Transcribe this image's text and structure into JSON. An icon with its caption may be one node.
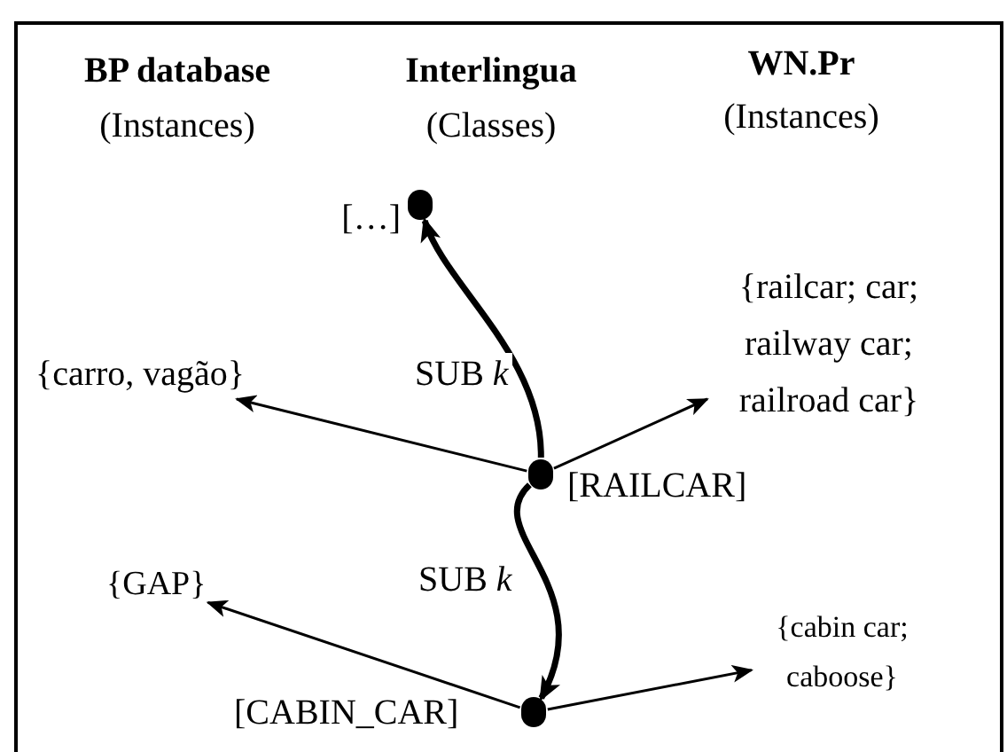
{
  "diagram": {
    "nodes": [
      {
        "text": [],
        "shape": "circle",
        "beside": [
          "[…]"
        ]
      },
      {
        "text": [
          "{carro, vagão}"
        ]
      },
      {
        "text": [
          "{railcar; car; railway car; railroad car}"
        ]
      },
      {
        "text": [],
        "shape": "circle",
        "beside": [
          "[RAILCAR]"
        ]
      },
      {
        "text": [
          "{GAP}"
        ]
      },
      {
        "text": [
          "{cabin car; caboose}"
        ]
      },
      {
        "text": [],
        "shape": "circle",
        "beside": [
          "[CABIN_CAR]"
        ]
      }
    ],
    "edges": [
      {
        "from": 3,
        "to": 0,
        "arrow": "to",
        "label": "SUB *k*",
        "style": "thick"
      },
      {
        "from": 3,
        "to": 1,
        "arrow": "to"
      },
      {
        "from": 3,
        "to": 2,
        "arrow": "to"
      },
      {
        "from": 3,
        "to": 6,
        "arrow": "to",
        "label": "SUB *k*",
        "style": "thick"
      },
      {
        "from": 6,
        "to": 4,
        "arrow": "to"
      },
      {
        "from": 6,
        "to": 5,
        "arrow": "to"
      }
    ],
    "labels": [
      "BP database",
      "(Instances)",
      "Interlingua",
      "(Classes)",
      "WN.Pr",
      "(Instances)"
    ]
  }
}
